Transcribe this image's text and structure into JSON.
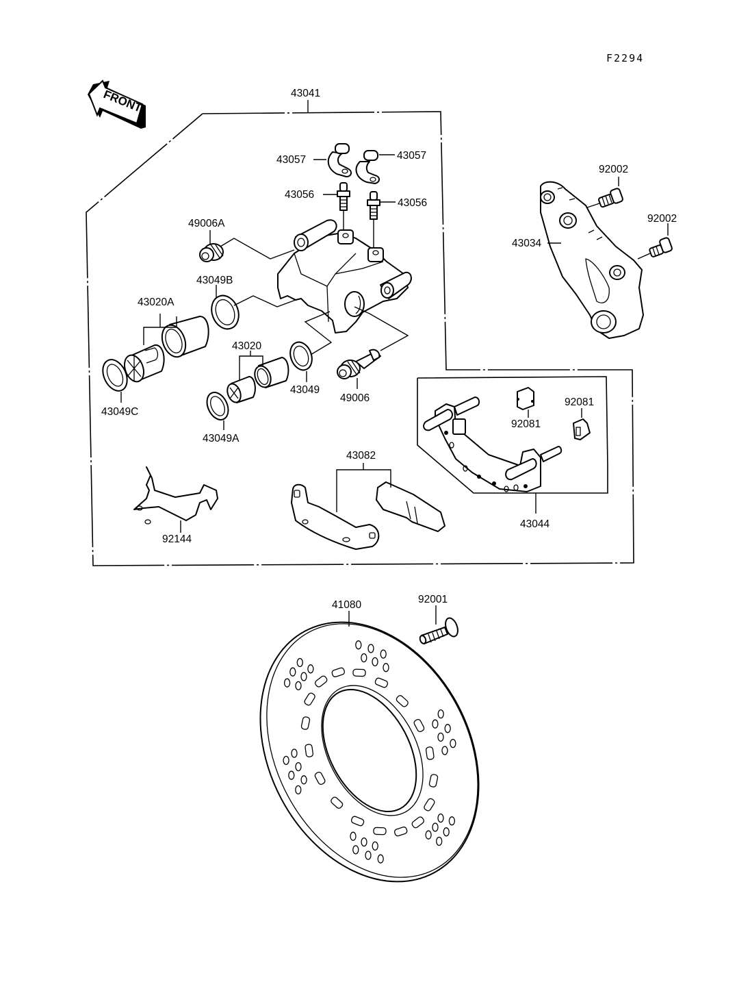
{
  "figure_code": "F2294",
  "direction_indicator": "FRONT",
  "groups": {
    "caliper_assembly": "43041",
    "bracket_assembly": "43044",
    "pad_set": "43082",
    "piston_set_large": "43020A",
    "piston_set_small": "43020"
  },
  "parts": {
    "bleeder_cap_left": "43057",
    "bleeder_cap_right": "43057",
    "bleeder_valve_left": "43056",
    "bleeder_valve_right": "43056",
    "boot_upper": "49006A",
    "boot_lower": "49006",
    "seal_dust_b": "43049B",
    "seal_dust_c": "43049C",
    "seal_piston": "43049",
    "seal_piston_a": "43049A",
    "spring_pad": "92144",
    "torque_link": "43034",
    "bolt_upper": "92002",
    "bolt_lower": "92002",
    "shim_top": "92081",
    "shim_right": "92081",
    "disc": "41080",
    "disc_bolt": "92001"
  }
}
